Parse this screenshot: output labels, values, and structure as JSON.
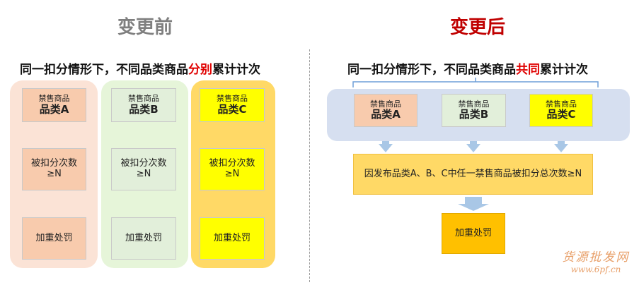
{
  "before": {
    "title": "变更前",
    "subtitle": {
      "pre": "同一扣分情形下，不同品类商品",
      "highlight": "分别",
      "post": "累计计次"
    },
    "columns": [
      {
        "label_small": "禁售商品",
        "label_big": "品类A",
        "count_text": "被扣分次数",
        "count_cond": "≥N",
        "result": "加重处罚"
      },
      {
        "label_small": "禁售商品",
        "label_big": "品类B",
        "count_text": "被扣分次数",
        "count_cond": "≥N",
        "result": "加重处罚"
      },
      {
        "label_small": "禁售商品",
        "label_big": "品类C",
        "count_text": "被扣分次数",
        "count_cond": "≥N",
        "result": "加重处罚"
      }
    ]
  },
  "after": {
    "title": "变更后",
    "subtitle": {
      "pre": "同一扣分情形下，不同品类商品",
      "highlight": "共同",
      "post": "累计计次"
    },
    "categories": [
      {
        "label_small": "禁售商品",
        "label_big": "品类A"
      },
      {
        "label_small": "禁售商品",
        "label_big": "品类B"
      },
      {
        "label_small": "禁售商品",
        "label_big": "品类C"
      }
    ],
    "condition": "因发布品类A、B、C中任一禁售商品被扣分总次数≥N",
    "result": "加重处罚"
  },
  "watermark": {
    "line1": "货源批发网",
    "line2": "www.6pf.cn"
  },
  "colors": {
    "before_title": "#7f7f7f",
    "after_title": "#c00000",
    "highlight": "#e00000",
    "col_a_bg": "#fbe3d6",
    "col_a_box": "#f8cbad",
    "col_b_bg": "#e6f5d9",
    "col_b_box": "#e2efda",
    "col_c_bg": "#ffd966",
    "col_c_box": "#ffff00",
    "arrow": "#a9c7e6",
    "panel": "#d6dff0",
    "condition": "#ffd966",
    "result": "#ffc000",
    "watermark": "#e8a06a"
  }
}
